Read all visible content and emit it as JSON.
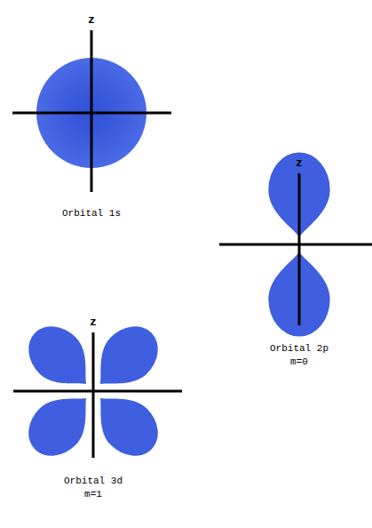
{
  "diagram": {
    "labels": [
      "z",
      "Orbital 1s",
      "z",
      "Orbital 2p",
      "m=0",
      "z",
      "Orbital 3d",
      "m=1"
    ]
  }
}
